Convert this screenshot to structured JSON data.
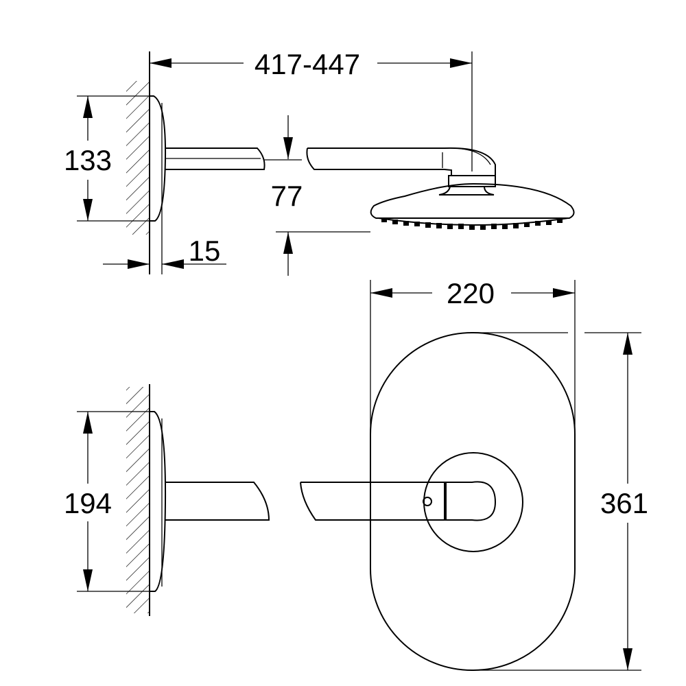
{
  "dimensions": {
    "mount_depth_range": "417-447",
    "flange_height_side": "133",
    "arm_to_head_drop": "77",
    "flange_thickness": "15",
    "head_width": "220",
    "flange_height_front": "194",
    "head_length": "361"
  }
}
